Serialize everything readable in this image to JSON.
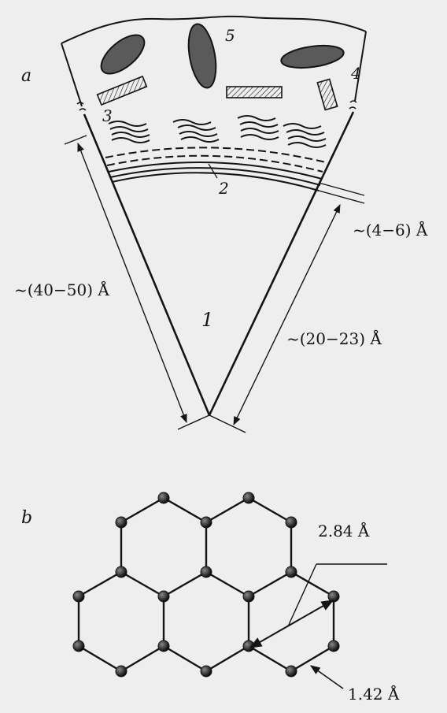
{
  "panel_a": {
    "label": "a",
    "dimensions": {
      "outer_radius": "~(40−50) Å",
      "inner_radius": "~(20−23) Å",
      "layer_thickness": "~(4−6) Å"
    },
    "numbers": {
      "core": "1",
      "layer": "2",
      "n3": "3",
      "n4": "4",
      "n5": "5"
    }
  },
  "panel_b": {
    "label": "b",
    "bond_spacing": "2.84 Å",
    "bond_length": "1.42 Å"
  },
  "colors": {
    "ink": "#141414",
    "paper": "#eeeeee",
    "particle_fill": "#5a5a5a"
  }
}
